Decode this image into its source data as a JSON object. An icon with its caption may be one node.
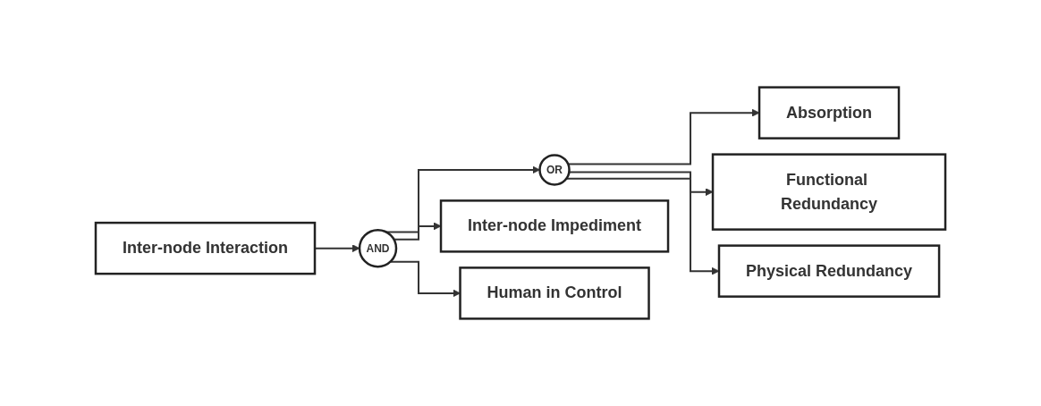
{
  "diagram": {
    "nodes": [
      {
        "text": [
          "Inter-node Interaction"
        ]
      },
      {
        "text": [
          "AND"
        ]
      },
      {
        "text": [
          "OR"
        ]
      },
      {
        "text": [
          "Absorption"
        ]
      },
      {
        "text": [
          "Functional Redundancy"
        ]
      },
      {
        "text": [
          "Physical Redundancy"
        ]
      },
      {
        "text": [
          "Inter-node Impediment"
        ]
      },
      {
        "text": [
          "Human in Control"
        ]
      }
    ],
    "edges": [
      {
        "from": 0,
        "to": 1,
        "arrow": "to"
      },
      {
        "from": 1,
        "to": 2,
        "arrow": "to"
      },
      {
        "from": 1,
        "to": 6,
        "arrow": "to"
      },
      {
        "from": 1,
        "to": 7,
        "arrow": "to"
      },
      {
        "from": 2,
        "to": 3,
        "arrow": "to"
      },
      {
        "from": 2,
        "to": 4,
        "arrow": "to"
      },
      {
        "from": 2,
        "to": 5,
        "arrow": "to"
      }
    ]
  }
}
